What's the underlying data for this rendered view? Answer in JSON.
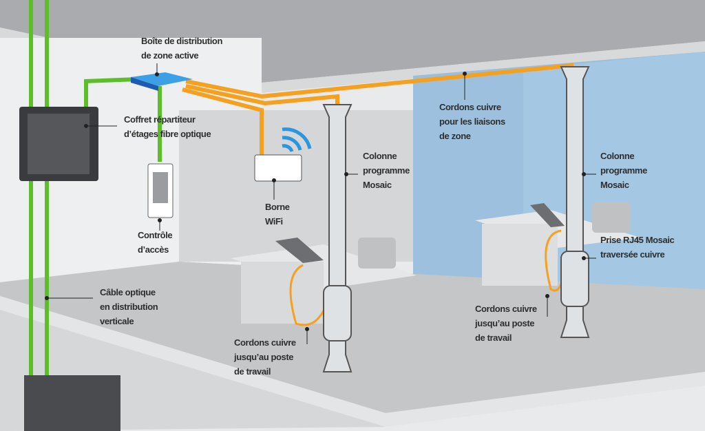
{
  "labels": {
    "boite_distribution": [
      "Boîte de distribution",
      "de zone active"
    ],
    "coffret": [
      "Coffret répartiteur",
      "d’étages fibre optique"
    ],
    "controle": [
      "Contrôle",
      "d’accès"
    ],
    "borne": [
      "Borne",
      "WiFi"
    ],
    "colonne_left": [
      "Colonne",
      "programme",
      "Mosaic"
    ],
    "cordons_zone": [
      "Cordons cuivre",
      "pour les liaisons",
      "de zone"
    ],
    "colonne_right": [
      "Colonne",
      "programme",
      "Mosaic"
    ],
    "prise": [
      "Prise RJ45 Mosaic",
      "traversée cuivre"
    ],
    "cordons_poste_right": [
      "Cordons cuivre",
      "jusqu’au poste",
      "de travail"
    ],
    "cable_optique": [
      "Câble optique",
      "en distribution",
      "verticale"
    ],
    "cordons_poste_left": [
      "Cordons cuivre",
      "jusqu’au poste",
      "de travail"
    ]
  },
  "colors": {
    "fiber": "#5cbf2a",
    "copper": "#f5a01e",
    "glass": "#8fb9dc",
    "box": "#3a8fd8"
  }
}
